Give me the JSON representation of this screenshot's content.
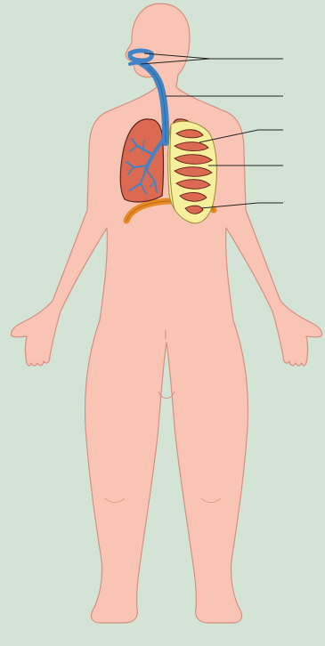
{
  "diagram": {
    "background_color": "#d3e4d6",
    "skin_color": "#f9c4b4",
    "skin_outline": "#d68f80",
    "airway_color": "#3f84c4",
    "lung_color": "#dc6a52",
    "ribcage_color": "#f6ef9c",
    "diaphragm_color": "#e68a24",
    "leader_line_color": "#222222",
    "parts": [
      {
        "key": "nasal-cavity",
        "has_leader_line": true
      },
      {
        "key": "trachea",
        "has_leader_line": true
      },
      {
        "key": "lung",
        "has_leader_line": true
      },
      {
        "key": "ribs",
        "has_leader_line": true
      },
      {
        "key": "diaphragm",
        "has_leader_line": true
      }
    ],
    "label_marks": [
      ".",
      "."
    ]
  }
}
